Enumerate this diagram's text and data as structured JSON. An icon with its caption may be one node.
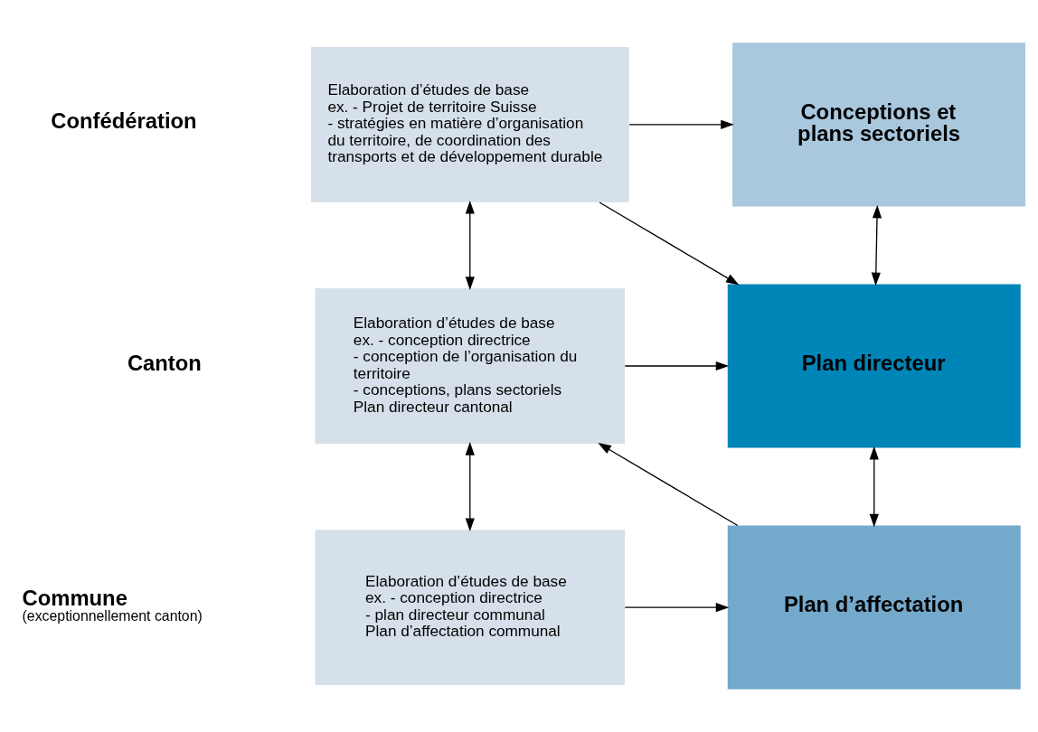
{
  "diagram": {
    "nodes": [
      {
        "text": [
          "Elaboration d’études de base",
          "ex. - Projet de territoire Suisse",
          "- stratégies en matière d’organisation du territoire, de coordination des transports et de développement durable"
        ]
      },
      {
        "text": [
          "Conceptions et plans sectoriels"
        ]
      },
      {
        "text": [
          "Elaboration d’études de base",
          "ex. - conception directrice",
          "- conception de l’organisation du territoire",
          "- conceptions, plans sectoriels",
          "Plan directeur cantonal"
        ]
      },
      {
        "text": [
          "Plan directeur"
        ]
      },
      {
        "text": [
          "Elaboration d’études de base",
          "ex. - conception directrice",
          "- plan directeur communal",
          "Plan d’affectation communal"
        ]
      },
      {
        "text": [
          "Plan d’affectation"
        ]
      }
    ],
    "edges": [
      {
        "from": 0,
        "to": 1,
        "arrow": "to"
      },
      {
        "from": 0,
        "to": 2,
        "arrow": "both"
      },
      {
        "from": 0,
        "to": 3,
        "arrow": "to"
      },
      {
        "from": 1,
        "to": 3,
        "arrow": "both"
      },
      {
        "from": 2,
        "to": 3,
        "arrow": "to"
      },
      {
        "from": 2,
        "to": 4,
        "arrow": "both"
      },
      {
        "from": 5,
        "to": 2,
        "arrow": "to"
      },
      {
        "from": 3,
        "to": 5,
        "arrow": "both"
      },
      {
        "from": 4,
        "to": 5,
        "arrow": "to"
      }
    ],
    "labels": [
      "Confédération",
      "Canton",
      "Commune",
      "(exceptionnellement canton)"
    ]
  }
}
